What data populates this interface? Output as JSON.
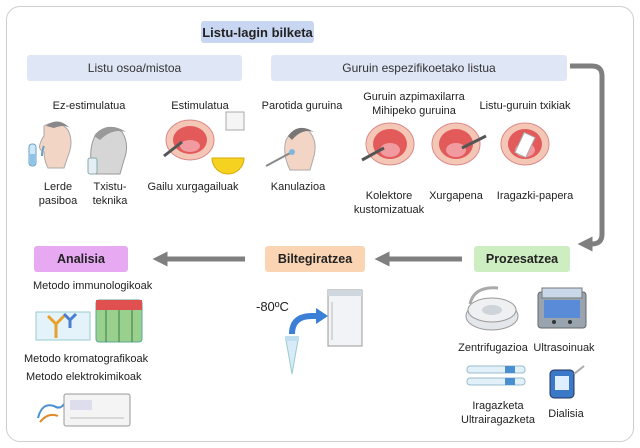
{
  "title": "Listu-lagin bilketa",
  "categories": {
    "whole": "Listu osoa/mistoa",
    "specific": "Guruin espezifikoetako listua"
  },
  "collection": {
    "non_stimulated": "Ez-estimulatua",
    "stimulated": "Estimulatua",
    "parotid": "Parotida guruina",
    "submand_line1": "Guruin azpimaxilarra",
    "submand_line2": "Mihipeko guruina",
    "minor": "Listu-guruin txikiak"
  },
  "methods": {
    "passive_line1": "Lerde",
    "passive_line2": "pasiboa",
    "spit_line1": "Txistu-",
    "spit_line2": "teknika",
    "chew": "Gailu xurgagailuak",
    "cannula": "Kanulazioa",
    "custom_line1": "Kolektore",
    "custom_line2": "kustomizatuak",
    "suction": "Xurgapena",
    "filter": "Iragazki-papera"
  },
  "stages": {
    "analysis": "Analisia",
    "storage": "Biltegiratzea",
    "processing": "Prozesatzea"
  },
  "analysis_methods": {
    "immuno": "Metodo immunologikoak",
    "chromato": "Metodo kromatografikoak",
    "electro": "Metodo elektrokimikoak"
  },
  "storage": {
    "temp": "-80ºC"
  },
  "processing_methods": {
    "centrifuge": "Zentrifugazioa",
    "ultrasound": "Ultrasoinuak",
    "filtration_line1": "Iragazketa",
    "filtration_line2": "Ultrairagazketa",
    "dialysis": "Dialisia"
  },
  "colors": {
    "title_box": "#c8d6f2",
    "category_box": "#dfe6f5",
    "analysis_box": "#e6a9f2",
    "storage_box": "#fbd5b3",
    "processing_box": "#cdeec1",
    "arrow": "#7f7f7f"
  }
}
